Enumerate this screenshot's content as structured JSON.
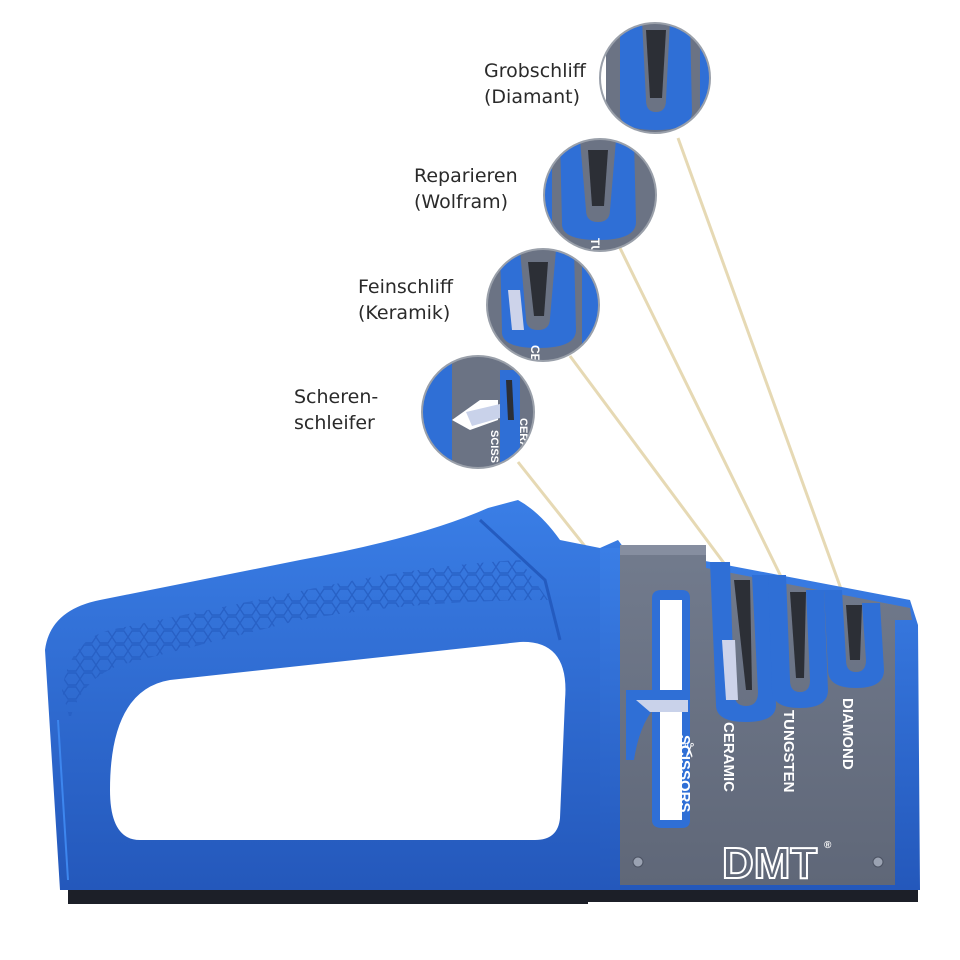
{
  "callouts": {
    "diamond": {
      "line1": "Grobschliff",
      "line2": "(Diamant)"
    },
    "tungsten": {
      "line1": "Reparieren",
      "line2": "(Wolfram)"
    },
    "ceramic": {
      "line1": "Feinschliff",
      "line2": "(Keramik)"
    },
    "scissors": {
      "line1": "Scheren-",
      "line2": "schleifer"
    }
  },
  "slots": {
    "scissors": "SCISSORS",
    "ceramic": "CERAMIC",
    "tungsten": "TUNGSTEN",
    "diamond": "DIAMOND"
  },
  "zoom_fragments": {
    "tungsten": "TU",
    "ceramic": "CER",
    "ceramic_small": "CERA",
    "scissors": "SCISS"
  },
  "brand": {
    "logo": "DMT",
    "mark": "®"
  },
  "colors": {
    "body_blue": "#2f6fd6",
    "plate_gray": "#6b7384",
    "leader_line": "#e6d9b4",
    "slot_dark": "#2c2f36"
  }
}
